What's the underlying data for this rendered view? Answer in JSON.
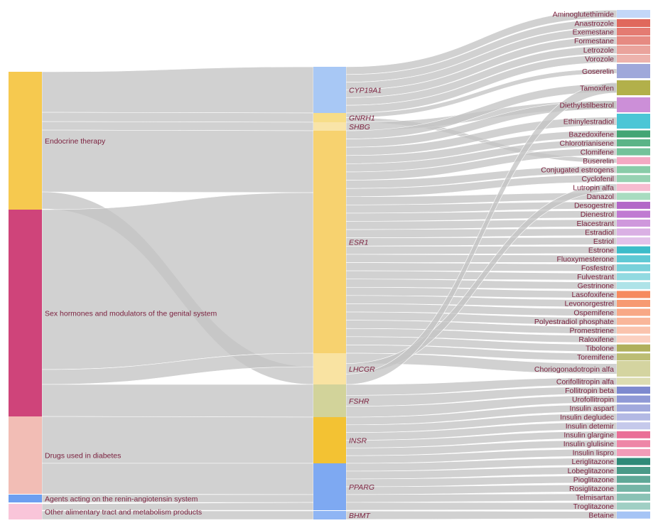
{
  "sankey": {
    "categories": [
      {
        "label": "Endocrine therapy",
        "color": "#f6c94f"
      },
      {
        "label": "Sex hormones and modulators of the genital system",
        "color": "#cf447a"
      },
      {
        "label": "Drugs used in diabetes",
        "color": "#f2bdb5"
      },
      {
        "label": "Agents acting on the renin-angiotensin system",
        "color": "#6d9ff0"
      },
      {
        "label": "Other alimentary tract and metabolism products",
        "color": "#f9c5d9"
      }
    ],
    "targets": [
      {
        "label": "CYP19A1",
        "color": "#a8c8f5"
      },
      {
        "label": "GNRH1",
        "color": "#f7dd88"
      },
      {
        "label": "SHBG",
        "color": "#f9e4a8"
      },
      {
        "label": "ESR1",
        "color": "#f7d26f"
      },
      {
        "label": "LHCGR",
        "color": "#f9e3a2"
      },
      {
        "label": "FSHR",
        "color": "#d2d39a"
      },
      {
        "label": "INSR",
        "color": "#f3c233"
      },
      {
        "label": "PPARG",
        "color": "#7ea9f2"
      },
      {
        "label": "BHMT",
        "color": "#8fb5f4"
      }
    ],
    "drugs": [
      {
        "label": "Aminoglutethimide",
        "color": "#c3d7f8"
      },
      {
        "label": "Anastrozole",
        "color": "#e0685c"
      },
      {
        "label": "Exemestane",
        "color": "#e47b72"
      },
      {
        "label": "Formestane",
        "color": "#e68a82"
      },
      {
        "label": "Letrozole",
        "color": "#eaa39c"
      },
      {
        "label": "Vorozole",
        "color": "#edb2ac"
      },
      {
        "label": "Goserelin",
        "color": "#9fa8da"
      },
      {
        "label": "Tamoxifen",
        "color": "#b2b04a"
      },
      {
        "label": "Diethylstilbestrol",
        "color": "#cc8fd8"
      },
      {
        "label": "Ethinylestradiol",
        "color": "#4bc6d6"
      },
      {
        "label": "Bazedoxifene",
        "color": "#43a574"
      },
      {
        "label": "Chlorotrianisene",
        "color": "#5bb487"
      },
      {
        "label": "Clomifene",
        "color": "#74c29a"
      },
      {
        "label": "Buserelin",
        "color": "#f4a9c3"
      },
      {
        "label": "Conjugated estrogens",
        "color": "#88cca8"
      },
      {
        "label": "Cyclofenil",
        "color": "#96d2b2"
      },
      {
        "label": "Lutropin alfa",
        "color": "#f7bcd0"
      },
      {
        "label": "Danazol",
        "color": "#a8dcc0"
      },
      {
        "label": "Desogestrel",
        "color": "#b369c8"
      },
      {
        "label": "Dienestrol",
        "color": "#c07ad2"
      },
      {
        "label": "Elacestrant",
        "color": "#cf98dc"
      },
      {
        "label": "Estradiol",
        "color": "#dab0e4"
      },
      {
        "label": "Estriol",
        "color": "#e2c2ea"
      },
      {
        "label": "Estrone",
        "color": "#3cbcc9"
      },
      {
        "label": "Fluoxymesterone",
        "color": "#5ec9d4"
      },
      {
        "label": "Fosfestrol",
        "color": "#78d1da"
      },
      {
        "label": "Fulvestrant",
        "color": "#92dae1"
      },
      {
        "label": "Gestrinone",
        "color": "#aee3e8"
      },
      {
        "label": "Lasofoxifene",
        "color": "#f68a5e"
      },
      {
        "label": "Levonorgestrel",
        "color": "#f79a72"
      },
      {
        "label": "Ospemifene",
        "color": "#f8a886"
      },
      {
        "label": "Polyestradiol phosphate",
        "color": "#f9b69a"
      },
      {
        "label": "Promestriene",
        "color": "#fac3ad"
      },
      {
        "label": "Raloxifene",
        "color": "#fbd0c0"
      },
      {
        "label": "Tibolone",
        "color": "#b0b05c"
      },
      {
        "label": "Toremifene",
        "color": "#bcbd74"
      },
      {
        "label": "Choriogonadotropin alfa",
        "color": "#d4d4a0"
      },
      {
        "label": "Corifollitropin alfa",
        "color": "#dcdcb2"
      },
      {
        "label": "Follitropin beta",
        "color": "#7d89cf"
      },
      {
        "label": "Urofollitropin",
        "color": "#8f99d6"
      },
      {
        "label": "Insulin aspart",
        "color": "#a1a9dd"
      },
      {
        "label": "Insulin degludec",
        "color": "#b3b9e4"
      },
      {
        "label": "Insulin detemir",
        "color": "#c5c9eb"
      },
      {
        "label": "Insulin glargine",
        "color": "#ea6f97"
      },
      {
        "label": "Insulin glulisine",
        "color": "#ee86a7"
      },
      {
        "label": "Insulin lispro",
        "color": "#f29cb8"
      },
      {
        "label": "Leriglitazone",
        "color": "#2f8a78"
      },
      {
        "label": "Lobeglitazone",
        "color": "#4a9a88"
      },
      {
        "label": "Pioglitazone",
        "color": "#5fa897"
      },
      {
        "label": "Rosiglitazone",
        "color": "#74b5a6"
      },
      {
        "label": "Telmisartan",
        "color": "#8ac2b5"
      },
      {
        "label": "Troglitazone",
        "color": "#a0cfc4"
      },
      {
        "label": "Betaine",
        "color": "#a6c4f5"
      }
    ]
  }
}
